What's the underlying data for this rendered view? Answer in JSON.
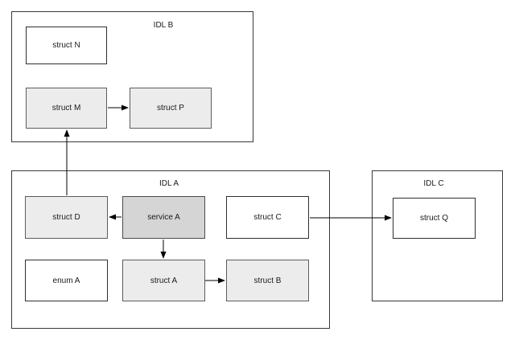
{
  "diagram": {
    "containers": [
      {
        "id": "idl-b",
        "label": "IDL B"
      },
      {
        "id": "idl-a",
        "label": "IDL A"
      },
      {
        "id": "idl-c",
        "label": "IDL C"
      }
    ],
    "nodes": [
      {
        "id": "struct-n",
        "label": "struct N",
        "container": "IDL B",
        "fill": "#ffffff"
      },
      {
        "id": "struct-m",
        "label": "struct M",
        "container": "IDL B",
        "fill": "#ececec"
      },
      {
        "id": "struct-p",
        "label": "struct P",
        "container": "IDL B",
        "fill": "#ececec"
      },
      {
        "id": "struct-d",
        "label": "struct D",
        "container": "IDL A",
        "fill": "#ececec"
      },
      {
        "id": "service-a",
        "label": "service A",
        "container": "IDL A",
        "fill": "#d5d5d5"
      },
      {
        "id": "struct-c",
        "label": "struct C",
        "container": "IDL A",
        "fill": "#ffffff"
      },
      {
        "id": "enum-a",
        "label": "enum A",
        "container": "IDL A",
        "fill": "#ffffff"
      },
      {
        "id": "struct-a",
        "label": "struct A",
        "container": "IDL A",
        "fill": "#ececec"
      },
      {
        "id": "struct-b",
        "label": "struct B",
        "container": "IDL A",
        "fill": "#ececec"
      },
      {
        "id": "struct-q",
        "label": "struct Q",
        "container": "IDL C",
        "fill": "#ffffff"
      }
    ],
    "edges": [
      {
        "from": "struct M",
        "to": "struct P",
        "direction": "right"
      },
      {
        "from": "struct D",
        "to": "struct M",
        "direction": "up"
      },
      {
        "from": "service A",
        "to": "struct D",
        "direction": "left"
      },
      {
        "from": "service A",
        "to": "struct A",
        "direction": "down"
      },
      {
        "from": "struct A",
        "to": "struct B",
        "direction": "right"
      },
      {
        "from": "struct C",
        "to": "struct Q",
        "direction": "right"
      }
    ]
  },
  "colors": {
    "background": "#ffffff",
    "text": "#1a1a1a",
    "container-border": "#383838",
    "node-white": "#ffffff",
    "node-white-border": "#2f2f2f",
    "node-light": "#ececec",
    "node-light-border": "#5c5c5c",
    "node-medium": "#d5d5d5",
    "node-medium-border": "#4a4a4a",
    "edge": "#000000"
  }
}
